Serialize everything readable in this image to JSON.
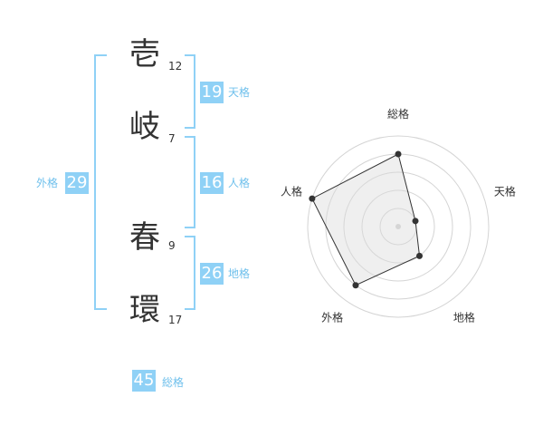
{
  "name": {
    "chars": [
      {
        "char": "壱",
        "strokes": "12"
      },
      {
        "char": "岐",
        "strokes": "7"
      },
      {
        "char": "春",
        "strokes": "9"
      },
      {
        "char": "環",
        "strokes": "17"
      }
    ]
  },
  "fortunes": {
    "tenkaku": {
      "value": "19",
      "label": "天格"
    },
    "jinkaku": {
      "value": "16",
      "label": "人格"
    },
    "chikaku": {
      "value": "26",
      "label": "地格"
    },
    "gaikaku": {
      "value": "29",
      "label": "外格"
    },
    "soukaku": {
      "value": "45",
      "label": "総格"
    }
  },
  "colors": {
    "accent": "#8fd1f6",
    "label": "#6fc0ec",
    "text": "#333333"
  },
  "chart_data": {
    "type": "radar",
    "axes": [
      "総格",
      "天格",
      "地格",
      "外格",
      "人格"
    ],
    "values": [
      4,
      1,
      2,
      4,
      5
    ],
    "max": 5,
    "rings": 5
  }
}
